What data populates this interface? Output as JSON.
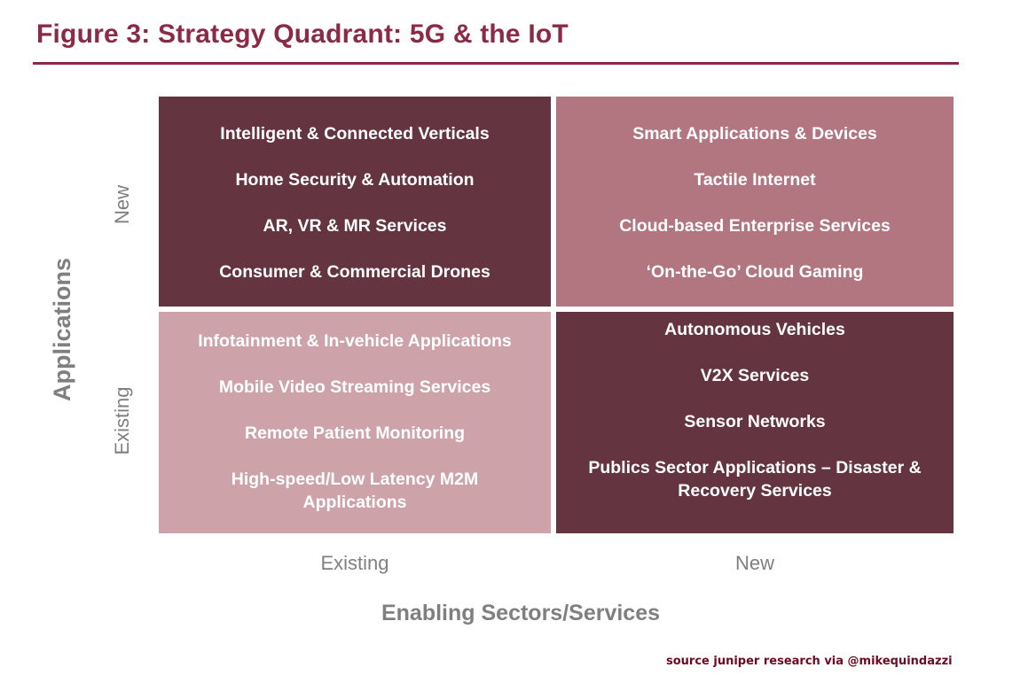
{
  "title": "Figure 3: Strategy Quadrant: 5G & the IoT",
  "axes": {
    "y_label": "Applications",
    "y_new": "New",
    "y_existing": "Existing",
    "x_existing": "Existing",
    "x_new": "New",
    "x_label": "Enabling Sectors/Services"
  },
  "quadrants": {
    "new_existing": {
      "items": [
        "Intelligent  & Connected Verticals",
        "Home Security & Automation",
        "AR, VR & MR Services",
        "Consumer & Commercial Drones"
      ]
    },
    "new_new": {
      "items": [
        "Smart Applications  & Devices",
        "Tactile Internet",
        "Cloud-based Enterprise Services",
        "‘On-the-Go’ Cloud Gaming"
      ]
    },
    "existing_existing": {
      "items": [
        "Infotainment & In-vehicle Applications",
        "Mobile Video Streaming Services",
        "Remote Patient Monitoring",
        "High-speed/Low Latency M2M Applications"
      ]
    },
    "existing_new": {
      "items": [
        "Autonomous Vehicles",
        "V2X Services",
        "Sensor Networks",
        "Publics Sector Applications  – Disaster & Recovery Services"
      ]
    }
  },
  "colors": {
    "title": "#8b2a45",
    "dark_quadrant": "#643541",
    "medium_quadrant": "#b27680",
    "light_quadrant": "#cda3a9",
    "axis_text": "#7f7f7f"
  },
  "source": "source juniper research via @mikequindazzi"
}
